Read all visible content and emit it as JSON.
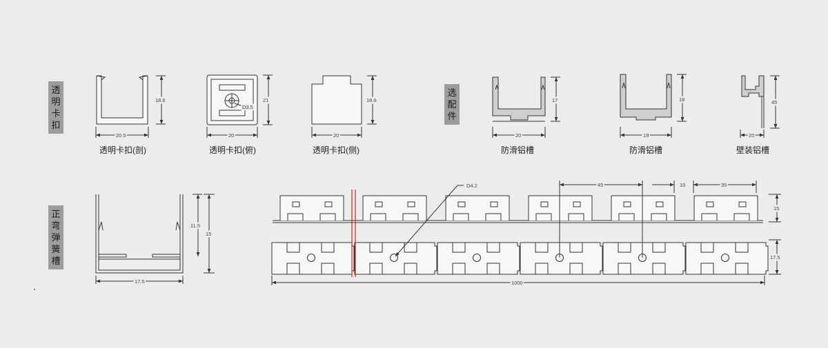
{
  "sections": {
    "clip": {
      "label_chars": [
        "透",
        "明",
        "卡",
        "扣"
      ]
    },
    "fittings": {
      "label_chars": [
        "选",
        "配",
        "件"
      ]
    },
    "spring": {
      "label_chars": [
        "正",
        "弯",
        "弹",
        "簧",
        "槽"
      ]
    }
  },
  "parts": [
    {
      "caption": "透明卡扣(剖)",
      "width": "20.5",
      "height": "18.6"
    },
    {
      "caption": "透明卡扣(俯)",
      "width": "20",
      "height": "21",
      "hole": "D3.5"
    },
    {
      "caption": "透明卡扣(侧)",
      "width": "20",
      "height": "18.6"
    },
    {
      "caption": "防滑铝槽",
      "width": "20",
      "height": "17"
    },
    {
      "caption": "防滑铝槽",
      "width": "19",
      "height": "18"
    },
    {
      "caption": "壁装铝槽",
      "width": "20",
      "height": "45"
    }
  ],
  "spring_profile": {
    "width": "17.5",
    "inner_height": "11.5",
    "height": "15"
  },
  "spring_strip": {
    "hole": "D4.2",
    "pitch": "45",
    "gap": "10",
    "tab": "35",
    "top_height": "15",
    "bottom_height": "17.5",
    "length": "1000"
  },
  "colors": {
    "line": "#333333",
    "tag": "#9d9d9d",
    "break_line": "#c0272d",
    "background": "#ececec"
  }
}
